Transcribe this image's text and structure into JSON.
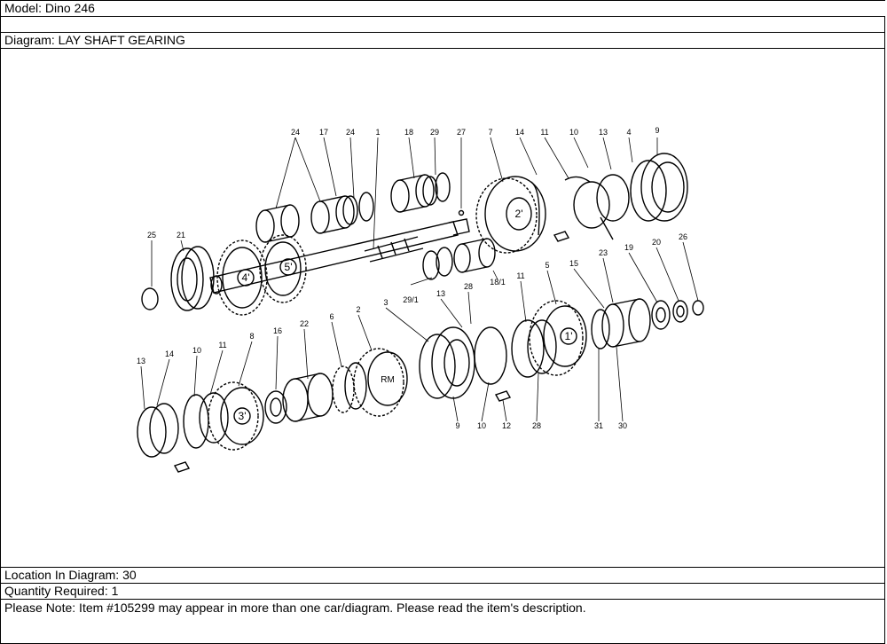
{
  "header": {
    "model": "Model: Dino 246",
    "diagram": "Diagram: LAY SHAFT GEARING"
  },
  "footer": {
    "location": "Location In Diagram: 30",
    "quantity": "Quantity Required: 1",
    "note": "Please Note: Item #105299 may appear in more than one car/diagram. Please read the item's description."
  },
  "diagram": {
    "callouts": [
      "24",
      "17",
      "24",
      "1",
      "18",
      "29",
      "27",
      "7",
      "14",
      "11",
      "10",
      "13",
      "4",
      "9",
      "25",
      "21",
      "29/1",
      "13",
      "28",
      "18/1",
      "11",
      "5",
      "15",
      "23",
      "19",
      "20",
      "26",
      "13",
      "14",
      "10",
      "11",
      "8",
      "16",
      "22",
      "6",
      "2",
      "3",
      "9",
      "10",
      "12",
      "28",
      "31",
      "30"
    ],
    "gear_marks": [
      "4'",
      "5'",
      "2'",
      "1'",
      "3'",
      "RM"
    ]
  }
}
